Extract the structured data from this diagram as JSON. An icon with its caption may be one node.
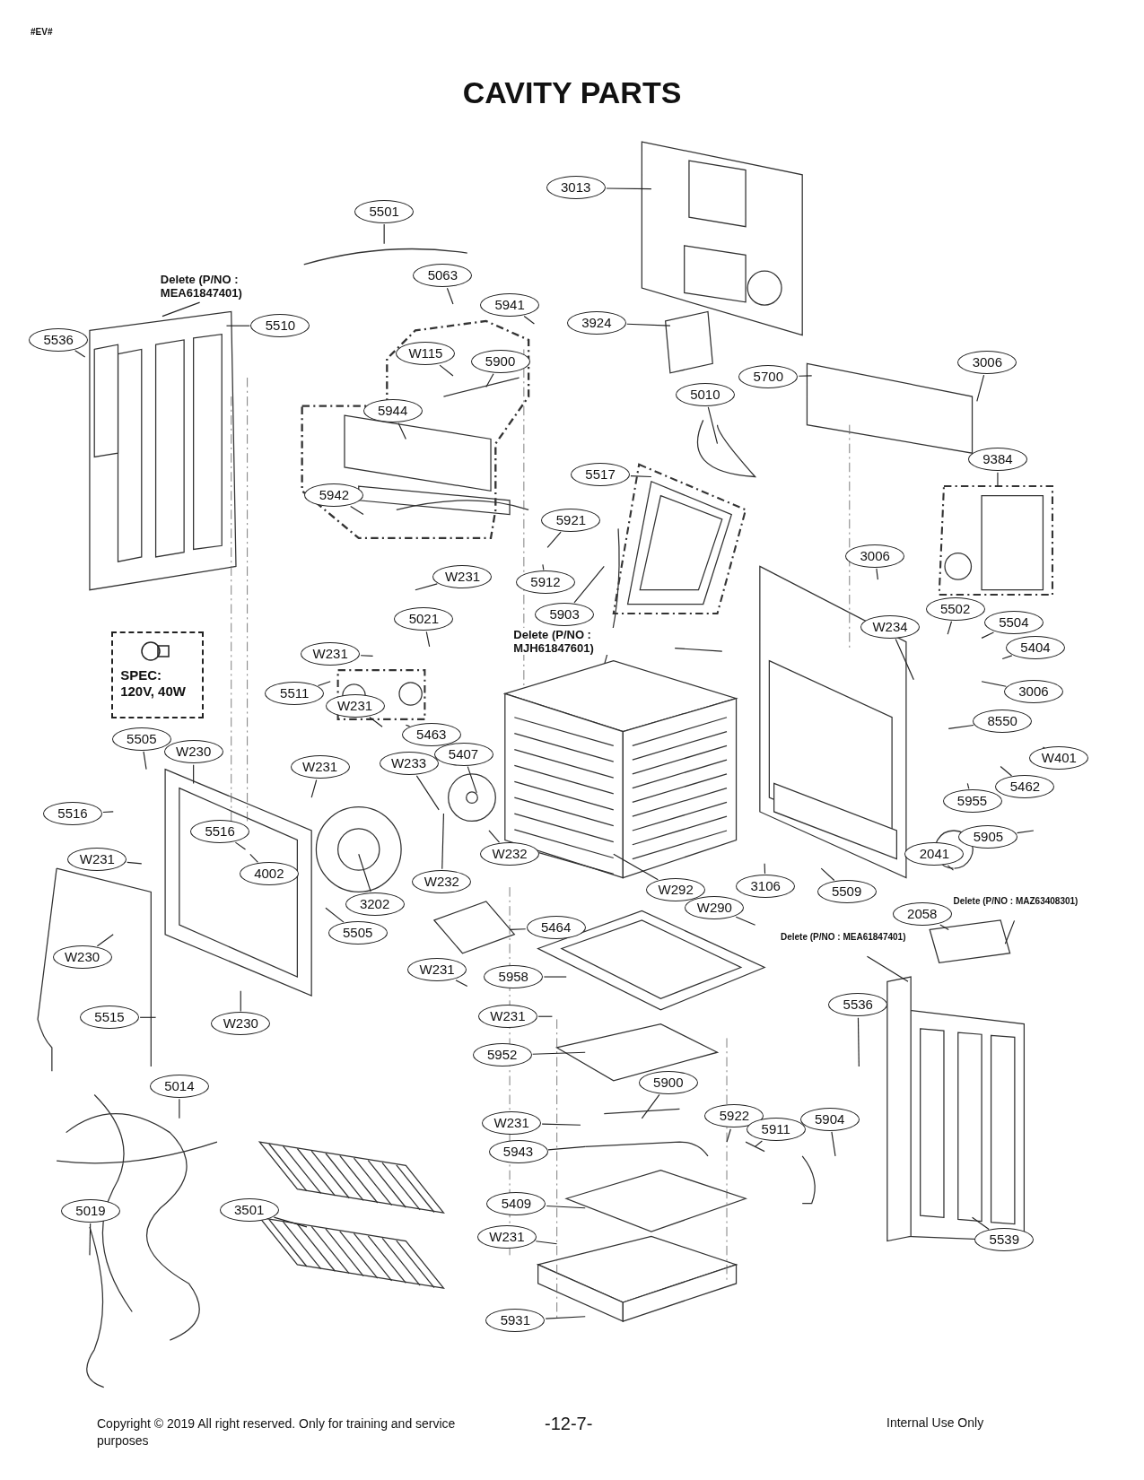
{
  "diagram": {
    "title": "CAVITY PARTS",
    "nodes": [
      {
        "text": [
          "3013"
        ]
      },
      {
        "text": [
          "5501"
        ]
      },
      {
        "text": [
          "5063"
        ]
      },
      {
        "text": [
          "5941"
        ]
      },
      {
        "text": [
          "3924"
        ]
      },
      {
        "text": [
          "5536"
        ]
      },
      {
        "text": [
          "5510"
        ]
      },
      {
        "text": [
          "W115"
        ]
      },
      {
        "text": [
          "5900"
        ]
      },
      {
        "text": [
          "5700"
        ]
      },
      {
        "text": [
          "3006"
        ]
      },
      {
        "text": [
          "5010"
        ]
      },
      {
        "text": [
          "5944"
        ]
      },
      {
        "text": [
          "5517"
        ]
      },
      {
        "text": [
          "5942"
        ]
      },
      {
        "text": [
          "5921"
        ]
      },
      {
        "text": [
          "9384"
        ]
      },
      {
        "text": [
          "W231"
        ]
      },
      {
        "text": [
          "5912"
        ]
      },
      {
        "text": [
          "3006"
        ]
      },
      {
        "text": [
          "5903"
        ]
      },
      {
        "text": [
          "5021"
        ]
      },
      {
        "text": [
          "W234"
        ]
      },
      {
        "text": [
          "5502"
        ]
      },
      {
        "text": [
          "5504"
        ]
      },
      {
        "text": [
          "5404"
        ]
      },
      {
        "text": [
          "W231"
        ]
      },
      {
        "text": [
          "5511"
        ]
      },
      {
        "text": [
          "3006"
        ]
      },
      {
        "text": [
          "W231"
        ]
      },
      {
        "text": [
          "5463"
        ]
      },
      {
        "text": [
          "8550"
        ]
      },
      {
        "text": [
          "5505"
        ]
      },
      {
        "text": [
          "W230"
        ]
      },
      {
        "text": [
          "W233"
        ]
      },
      {
        "text": [
          "5407"
        ]
      },
      {
        "text": [
          "W401"
        ]
      },
      {
        "text": [
          "W231"
        ]
      },
      {
        "text": [
          "5462"
        ]
      },
      {
        "text": [
          "5955"
        ]
      },
      {
        "text": [
          "5516"
        ]
      },
      {
        "text": [
          "5516"
        ]
      },
      {
        "text": [
          "5905"
        ]
      },
      {
        "text": [
          "W231"
        ]
      },
      {
        "text": [
          "W232"
        ]
      },
      {
        "text": [
          "W232"
        ]
      },
      {
        "text": [
          "4002"
        ]
      },
      {
        "text": [
          "2041"
        ]
      },
      {
        "text": [
          "3106"
        ]
      },
      {
        "text": [
          "5509"
        ]
      },
      {
        "text": [
          "3202"
        ]
      },
      {
        "text": [
          "W292"
        ]
      },
      {
        "text": [
          "W290"
        ]
      },
      {
        "text": [
          "5464"
        ]
      },
      {
        "text": [
          "5505"
        ]
      },
      {
        "text": [
          "2058"
        ]
      },
      {
        "text": [
          "W230"
        ]
      },
      {
        "text": [
          "W231"
        ]
      },
      {
        "text": [
          "5958"
        ]
      },
      {
        "text": [
          "5536"
        ]
      },
      {
        "text": [
          "5515"
        ]
      },
      {
        "text": [
          "W230"
        ]
      },
      {
        "text": [
          "W231"
        ]
      },
      {
        "text": [
          "5952"
        ]
      },
      {
        "text": [
          "5900"
        ]
      },
      {
        "text": [
          "5014"
        ]
      },
      {
        "text": [
          "W231"
        ]
      },
      {
        "text": [
          "5922"
        ]
      },
      {
        "text": [
          "5911"
        ]
      },
      {
        "text": [
          "5904"
        ]
      },
      {
        "text": [
          "5943"
        ]
      },
      {
        "text": [
          "5019"
        ]
      },
      {
        "text": [
          "3501"
        ]
      },
      {
        "text": [
          "5409"
        ]
      },
      {
        "text": [
          "W231"
        ]
      },
      {
        "text": [
          "5539"
        ]
      },
      {
        "text": [
          "5931"
        ]
      },
      {
        "text": [
          "Delete (P/NO : MEA61847401)"
        ]
      },
      {
        "text": [
          "Delete (P/NO : MJH61847601)"
        ]
      },
      {
        "text": [
          "Delete (P/NO : MEA61847401)"
        ]
      },
      {
        "text": [
          "Delete (P/NO : MAZ63408301)"
        ]
      },
      {
        "text": [
          "SPEC: 120V, 40W"
        ]
      }
    ],
    "edges": [
      {
        "from": 0,
        "to": null,
        "arrow": "none"
      },
      {
        "from": 1,
        "to": null,
        "arrow": "none"
      },
      {
        "from": 2,
        "to": null,
        "arrow": "none"
      },
      {
        "from": 3,
        "to": null,
        "arrow": "none"
      },
      {
        "from": 4,
        "to": null,
        "arrow": "none"
      },
      {
        "from": 5,
        "to": null,
        "arrow": "none"
      },
      {
        "from": 6,
        "to": null,
        "arrow": "none"
      },
      {
        "from": 7,
        "to": null,
        "arrow": "none"
      },
      {
        "from": 8,
        "to": null,
        "arrow": "none"
      },
      {
        "from": 9,
        "to": null,
        "arrow": "none"
      },
      {
        "from": 10,
        "to": null,
        "arrow": "none"
      },
      {
        "from": 11,
        "to": null,
        "arrow": "none"
      },
      {
        "from": 12,
        "to": null,
        "arrow": "none"
      },
      {
        "from": 13,
        "to": null,
        "arrow": "none"
      },
      {
        "from": 14,
        "to": null,
        "arrow": "none"
      },
      {
        "from": 15,
        "to": null,
        "arrow": "none"
      },
      {
        "from": 16,
        "to": null,
        "arrow": "none"
      },
      {
        "from": 17,
        "to": null,
        "arrow": "none"
      },
      {
        "from": 18,
        "to": null,
        "arrow": "none"
      },
      {
        "from": 19,
        "to": null,
        "arrow": "none"
      },
      {
        "from": 20,
        "to": null,
        "arrow": "none"
      },
      {
        "from": 21,
        "to": null,
        "arrow": "none"
      },
      {
        "from": 22,
        "to": null,
        "arrow": "none"
      },
      {
        "from": 23,
        "to": null,
        "arrow": "none"
      },
      {
        "from": 24,
        "to": null,
        "arrow": "none"
      },
      {
        "from": 25,
        "to": null,
        "arrow": "none"
      },
      {
        "from": 26,
        "to": null,
        "arrow": "none"
      },
      {
        "from": 27,
        "to": null,
        "arrow": "none"
      },
      {
        "from": 28,
        "to": null,
        "arrow": "none"
      },
      {
        "from": 29,
        "to": null,
        "arrow": "none"
      },
      {
        "from": 30,
        "to": null,
        "arrow": "none"
      },
      {
        "from": 31,
        "to": null,
        "arrow": "none"
      },
      {
        "from": 32,
        "to": null,
        "arrow": "none"
      },
      {
        "from": 33,
        "to": null,
        "arrow": "none"
      },
      {
        "from": 34,
        "to": null,
        "arrow": "none"
      },
      {
        "from": 35,
        "to": null,
        "arrow": "none"
      },
      {
        "from": 36,
        "to": null,
        "arrow": "none"
      },
      {
        "from": 37,
        "to": null,
        "arrow": "none"
      },
      {
        "from": 38,
        "to": null,
        "arrow": "none"
      },
      {
        "from": 39,
        "to": null,
        "arrow": "none"
      },
      {
        "from": 40,
        "to": null,
        "arrow": "none"
      },
      {
        "from": 41,
        "to": null,
        "arrow": "none"
      },
      {
        "from": 42,
        "to": null,
        "arrow": "none"
      },
      {
        "from": 43,
        "to": null,
        "arrow": "none"
      },
      {
        "from": 44,
        "to": null,
        "arrow": "none"
      },
      {
        "from": 45,
        "to": null,
        "arrow": "none"
      },
      {
        "from": 46,
        "to": null,
        "arrow": "none"
      },
      {
        "from": 47,
        "to": null,
        "arrow": "none"
      },
      {
        "from": 48,
        "to": null,
        "arrow": "none"
      },
      {
        "from": 49,
        "to": null,
        "arrow": "none"
      },
      {
        "from": 50,
        "to": null,
        "arrow": "none"
      },
      {
        "from": 51,
        "to": null,
        "arrow": "none"
      },
      {
        "from": 52,
        "to": null,
        "arrow": "none"
      },
      {
        "from": 53,
        "to": null,
        "arrow": "none"
      },
      {
        "from": 54,
        "to": null,
        "arrow": "none"
      },
      {
        "from": 55,
        "to": null,
        "arrow": "none"
      },
      {
        "from": 56,
        "to": null,
        "arrow": "none"
      },
      {
        "from": 57,
        "to": null,
        "arrow": "none"
      },
      {
        "from": 58,
        "to": null,
        "arrow": "none"
      },
      {
        "from": 59,
        "to": null,
        "arrow": "none"
      },
      {
        "from": 60,
        "to": null,
        "arrow": "none"
      },
      {
        "from": 61,
        "to": null,
        "arrow": "none"
      },
      {
        "from": 62,
        "to": null,
        "arrow": "none"
      },
      {
        "from": 63,
        "to": null,
        "arrow": "none"
      },
      {
        "from": 64,
        "to": null,
        "arrow": "none"
      },
      {
        "from": 65,
        "to": null,
        "arrow": "none"
      },
      {
        "from": 66,
        "to": null,
        "arrow": "none"
      },
      {
        "from": 67,
        "to": null,
        "arrow": "none"
      },
      {
        "from": 68,
        "to": null,
        "arrow": "none"
      },
      {
        "from": 69,
        "to": null,
        "arrow": "none"
      },
      {
        "from": 70,
        "to": null,
        "arrow": "none"
      },
      {
        "from": 71,
        "to": null,
        "arrow": "none"
      },
      {
        "from": 72,
        "to": null,
        "arrow": "none"
      },
      {
        "from": 73,
        "to": null,
        "arrow": "none"
      },
      {
        "from": 74,
        "to": null,
        "arrow": "none"
      },
      {
        "from": 75,
        "to": null,
        "arrow": "none"
      },
      {
        "from": 76,
        "to": null,
        "arrow": "none"
      },
      {
        "from": 77,
        "to": null,
        "arrow": "none"
      },
      {
        "from": 78,
        "to": null,
        "arrow": "none"
      },
      {
        "from": 79,
        "to": null,
        "arrow": "none"
      },
      {
        "from": 80,
        "to": null,
        "arrow": "none"
      }
    ],
    "labels": [
      "#EV#",
      "Copyright © 2019 All right reserved. Only for training and service purposes",
      "-12-7-",
      "Internal Use Only"
    ]
  }
}
